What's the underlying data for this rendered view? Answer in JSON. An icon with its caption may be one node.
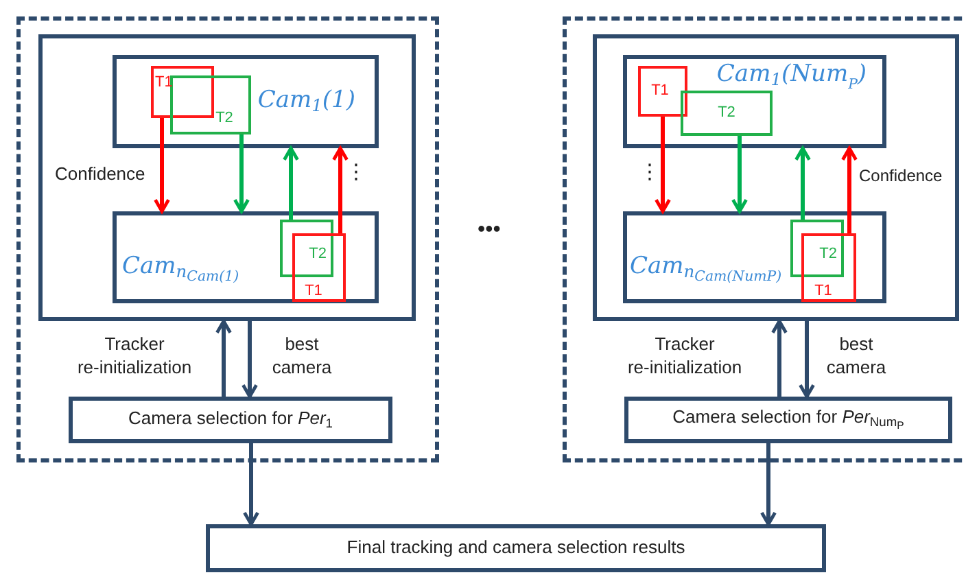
{
  "diagram": {
    "nodes": [
      {
        "text": [],
        "shape": "box"
      },
      {
        "text": [],
        "shape": "box",
        "in": 0
      },
      {
        "text": [
          "Cam$_{1}$(1)"
        ],
        "in": 1
      },
      {
        "text": [
          "T1"
        ],
        "in": 2
      },
      {
        "text": [
          "T2"
        ],
        "in": 2
      },
      {
        "text": [
          "Cam$_{n}$$_{Cam(1)}$"
        ],
        "in": 1
      },
      {
        "text": [
          "T2"
        ],
        "in": 5
      },
      {
        "text": [
          "T1"
        ],
        "in": 5
      },
      {
        "text": [
          "Camera selection for *Per*$_{1}$"
        ],
        "in": 0
      },
      {
        "text": [],
        "shape": "box"
      },
      {
        "text": [],
        "shape": "box",
        "in": 9
      },
      {
        "text": [
          "Cam$_{1}$(Num$_{P}$)"
        ],
        "in": 10
      },
      {
        "text": [
          "T1"
        ],
        "in": 11
      },
      {
        "text": [
          "T2"
        ],
        "in": 11
      },
      {
        "text": [
          "Cam$_{n}$$_{Cam(NumP)}$"
        ],
        "in": 10
      },
      {
        "text": [
          "T2"
        ],
        "in": 14
      },
      {
        "text": [
          "T1"
        ],
        "in": 14
      },
      {
        "text": [
          "Camera selection for *Per*$_{Num}$$_{P}$"
        ],
        "in": 9
      },
      {
        "text": [
          "Final tracking and camera selection results"
        ]
      }
    ],
    "edges": [
      {
        "from": 3,
        "to": 5,
        "arrow": "to",
        "color": "#ff0000"
      },
      {
        "from": 4,
        "to": 5,
        "arrow": "to",
        "color": "#00b050"
      },
      {
        "from": 6,
        "to": 2,
        "arrow": "to",
        "color": "#00b050"
      },
      {
        "from": 7,
        "to": 2,
        "arrow": "to",
        "color": "#ff0000"
      },
      {
        "from": 8,
        "to": 1,
        "arrow": "to",
        "label": "Tracker re-initialization"
      },
      {
        "from": 1,
        "to": 8,
        "arrow": "to",
        "label": "best camera"
      },
      {
        "from": 12,
        "to": 14,
        "arrow": "to",
        "color": "#ff0000"
      },
      {
        "from": 13,
        "to": 14,
        "arrow": "to",
        "color": "#00b050"
      },
      {
        "from": 15,
        "to": 11,
        "arrow": "to",
        "color": "#00b050"
      },
      {
        "from": 16,
        "to": 11,
        "arrow": "to",
        "color": "#ff0000"
      },
      {
        "from": 17,
        "to": 10,
        "arrow": "to",
        "label": "Tracker re-initialization"
      },
      {
        "from": 10,
        "to": 17,
        "arrow": "to",
        "label": "best camera"
      },
      {
        "from": 8,
        "to": 18,
        "arrow": "to"
      },
      {
        "from": 17,
        "to": 18,
        "arrow": "to"
      }
    ],
    "labels": [
      "Confidence",
      "⋮",
      "•••",
      "⋮",
      "Confidence"
    ]
  }
}
